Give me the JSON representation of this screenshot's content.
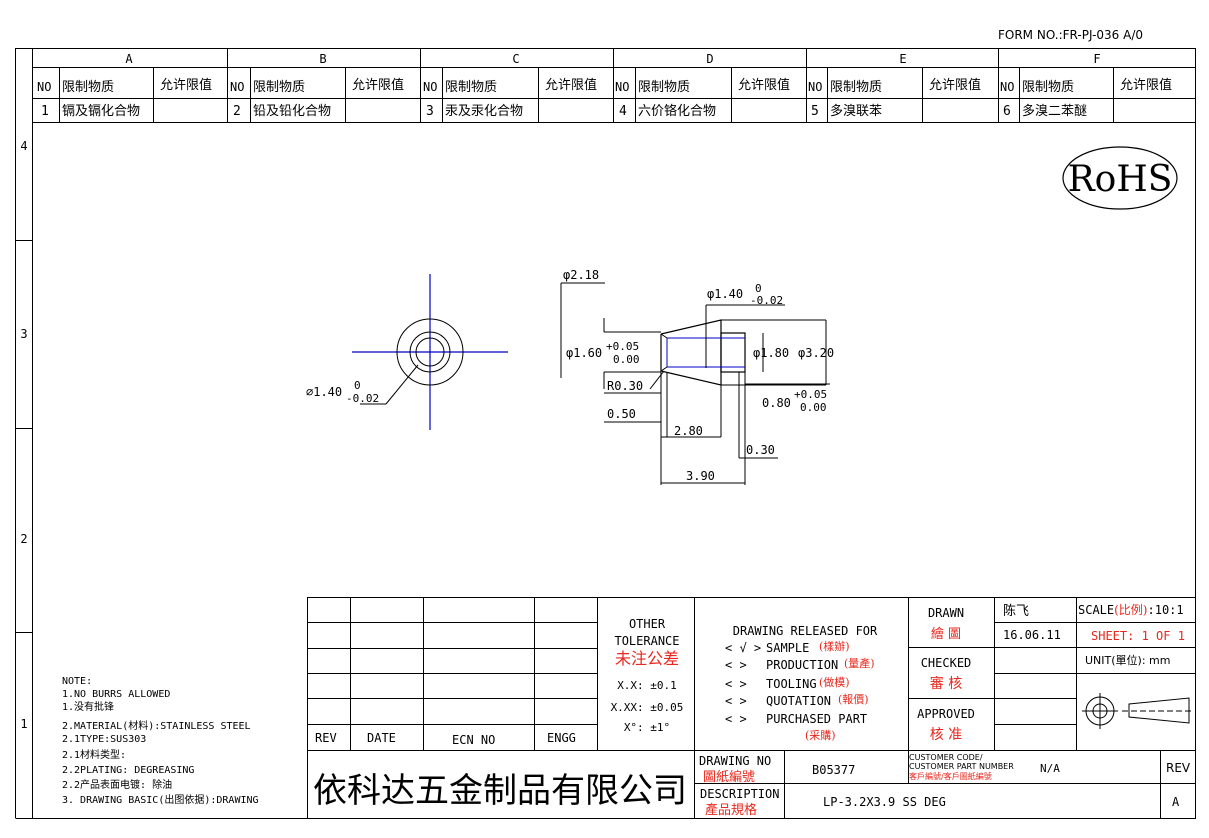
{
  "form_no": "FORM NO.:FR-PJ-036 A/0",
  "zones_top": [
    "A",
    "B",
    "C",
    "D",
    "E",
    "F"
  ],
  "zones_side": [
    "4",
    "3",
    "2",
    "1"
  ],
  "header_labels": {
    "no": "NO",
    "substance": "限制物质",
    "limit": "允许限值"
  },
  "substances": [
    {
      "no": "1",
      "name": "镉及镉化合物"
    },
    {
      "no": "2",
      "name": "铅及铅化合物"
    },
    {
      "no": "3",
      "name": "汞及汞化合物"
    },
    {
      "no": "4",
      "name": "六价铬化合物"
    },
    {
      "no": "5",
      "name": "多溴联苯"
    },
    {
      "no": "6",
      "name": "多溴二苯醚"
    }
  ],
  "rohs": "RoHS",
  "dims": {
    "front_dia": "∅1.40",
    "front_tol_up": "0",
    "front_tol_dn": "-0.02",
    "d218": "φ2.18",
    "d140": "φ1.40",
    "d140_up": "0",
    "d140_dn": "-0.02",
    "d160": "φ1.60",
    "d160_up": "+0.05",
    "d160_dn": "0.00",
    "d180": "φ1.80",
    "d320": "φ3.20",
    "r030": "R0.30",
    "d080": "0.80",
    "d080_up": "+0.05",
    "d080_dn": "0.00",
    "l050": "0.50",
    "l280": "2.80",
    "l030": "0.30",
    "l390": "3.90"
  },
  "notes": [
    "NOTE:",
    "1.NO BURRS ALLOWED",
    "1.没有批锋",
    "2.MATERIAL(材料):STAINLESS STEEL",
    "2.1TYPE:SUS303",
    "2.1材料类型:",
    "2.2PLATING: DEGREASING",
    "2.2产品表面电镀: 除油",
    "3. DRAWING BASIC(出图依据):DRAWING"
  ],
  "rev_headers": {
    "rev": "REV",
    "date": "DATE",
    "ecn": "ECN NO",
    "engg": "ENGG"
  },
  "tolerance": {
    "title1": "OTHER",
    "title2": "TOLERANCE",
    "title_cn": "未注公差",
    "xx": "X.X: ±0.1",
    "xxx": "X.XX: ±0.05",
    "ang": "X°: ±1°"
  },
  "released": {
    "title": "DRAWING RELEASED FOR",
    "items": [
      {
        "mark": "< √ >",
        "en": "SAMPLE",
        "cn": "(樣辦)"
      },
      {
        "mark": "<   >",
        "en": "PRODUCTION",
        "cn": "(量產)"
      },
      {
        "mark": "<   >",
        "en": "TOOLING",
        "cn": "(做模)"
      },
      {
        "mark": "<   >",
        "en": "QUOTATION",
        "cn": "(報價)"
      },
      {
        "mark": "<   >",
        "en": "PURCHASED PART",
        "cn": "(采購)"
      }
    ]
  },
  "drawn": {
    "en": "DRAWN",
    "cn": "繪 圖",
    "name": "陈飞",
    "date": "16.06.11"
  },
  "checked": {
    "en": "CHECKED",
    "cn": "審 核"
  },
  "approved": {
    "en": "APPROVED",
    "cn": "核 准"
  },
  "scale": {
    "label": "SCALE",
    "label_cn": "(比例)",
    "value": ":10:1"
  },
  "sheet": "SHEET:  1 OF 1",
  "unit": {
    "label": "UNIT(",
    "label_cn": "單位",
    "label_end": "): mm"
  },
  "company": "依科达五金制品有限公司",
  "drawing_no": {
    "en": "DRAWING NO",
    "cn": "圖紙編號",
    "value": "B05377"
  },
  "customer": {
    "en1": "CUSTOMER CODE/",
    "en2": "CUSTOMER PART NUMBER",
    "cn": "客戶編號/客戶圖紙編號",
    "value": "N/A"
  },
  "rev": {
    "label": "REV",
    "value": "A"
  },
  "description": {
    "en": "DESCRIPTION",
    "cn": "產品規格",
    "value": "LP-3.2X3.9 SS DEG"
  },
  "colors": {
    "red": "#e8281e",
    "blue": "#0000c8",
    "line": "#000000"
  }
}
